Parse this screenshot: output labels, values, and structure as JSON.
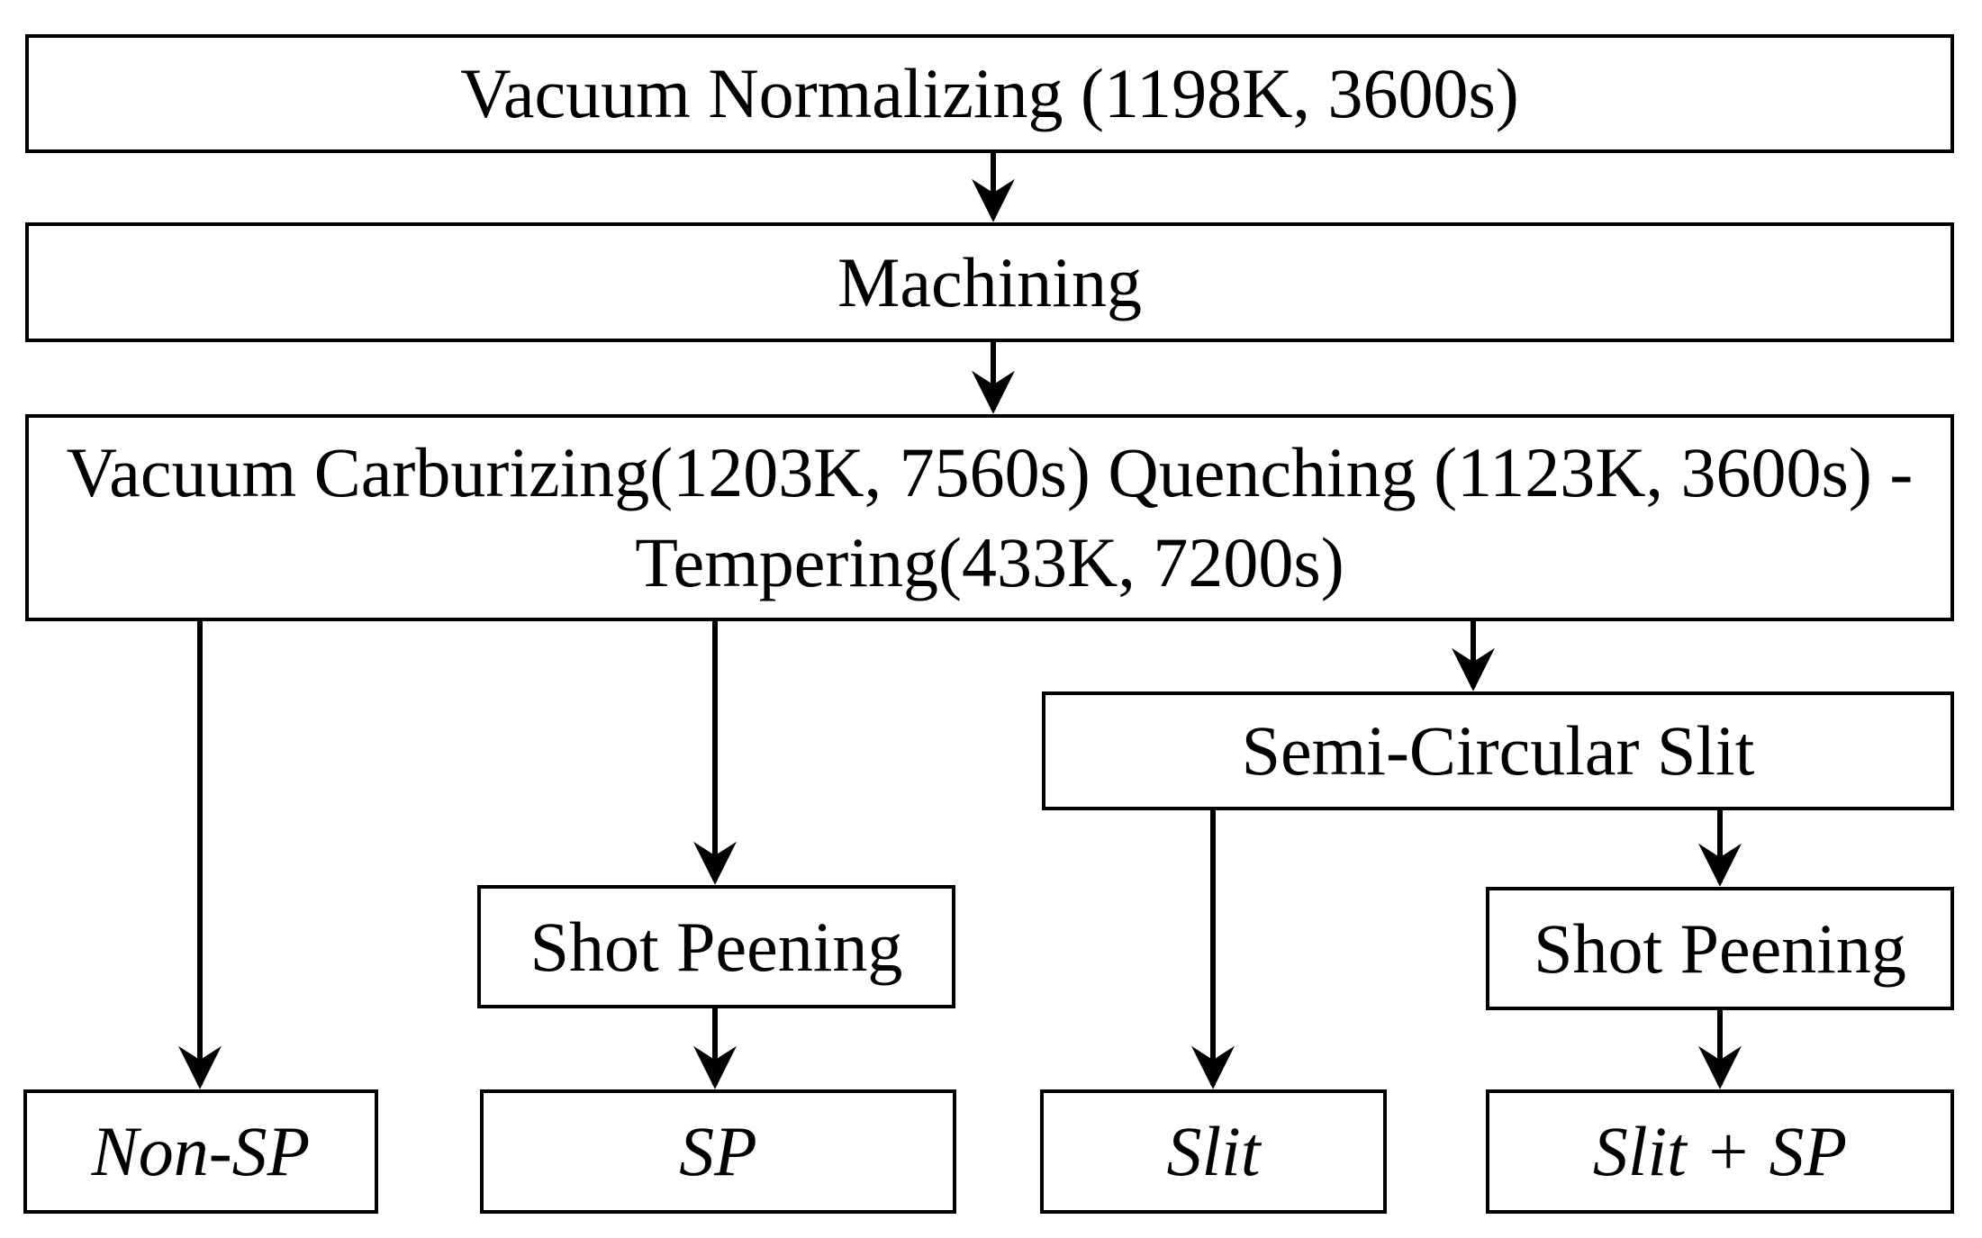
{
  "diagram": {
    "background_color": "#ffffff",
    "line_color": "#000000",
    "text_color": "#000000",
    "nodes": {
      "vacuum_normalizing": {
        "label": "Vacuum Normalizing (1198K, 3600s)"
      },
      "machining": {
        "label": "Machining"
      },
      "carburizing_quenching_tempering": {
        "line1": "Vacuum Carburizing(1203K, 7560s) Quenching (1123K, 3600s) -",
        "line2": "Tempering(433K, 7200s)"
      },
      "semi_circular_slit": {
        "label": "Semi-Circular Slit"
      },
      "shot_peening_left": {
        "label": "Shot Peening"
      },
      "shot_peening_right": {
        "label": "Shot Peening"
      },
      "non_sp": {
        "label": "Non-SP"
      },
      "sp": {
        "label": "SP"
      },
      "slit": {
        "label": "Slit"
      },
      "slit_sp": {
        "label": "Slit + SP"
      }
    },
    "edges": [
      {
        "from": "vacuum_normalizing",
        "to": "machining"
      },
      {
        "from": "machining",
        "to": "carburizing_quenching_tempering"
      },
      {
        "from": "carburizing_quenching_tempering",
        "to": "non_sp"
      },
      {
        "from": "carburizing_quenching_tempering",
        "to": "shot_peening_left"
      },
      {
        "from": "carburizing_quenching_tempering",
        "to": "semi_circular_slit"
      },
      {
        "from": "shot_peening_left",
        "to": "sp"
      },
      {
        "from": "semi_circular_slit",
        "to": "slit"
      },
      {
        "from": "semi_circular_slit",
        "to": "shot_peening_right"
      },
      {
        "from": "shot_peening_right",
        "to": "slit_sp"
      }
    ]
  }
}
